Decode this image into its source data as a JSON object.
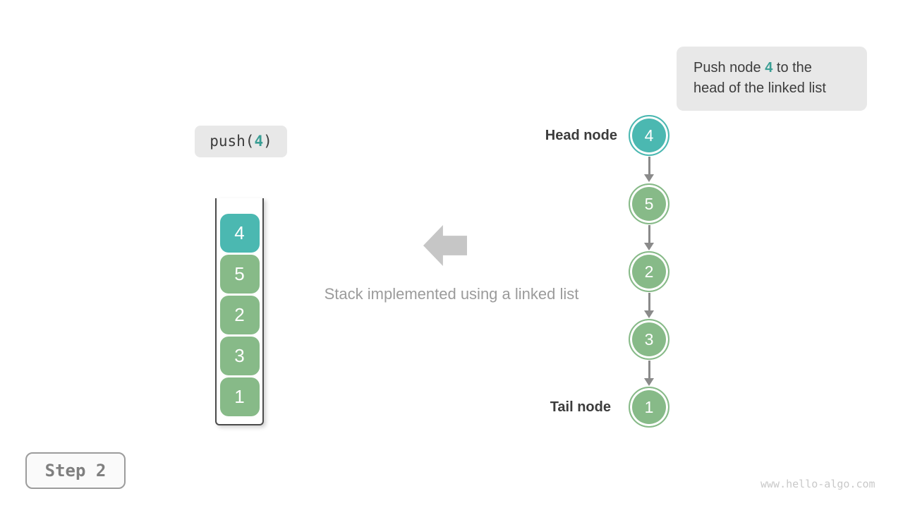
{
  "colors": {
    "teal": "#4bb8b1",
    "teal-text": "#3a9e94",
    "green": "#87ba88",
    "connector-gray": "#8a8a8a",
    "arrow-gray": "#c6c6c6",
    "text-dark": "#3c3c3c",
    "caption-gray": "#9b9b9b",
    "panel-bg": "#e8e8e8",
    "container-border": "#4b4b4b",
    "code-text": "#3c3c3c",
    "step-border": "#9c9c9c",
    "step-text": "#7f7f7f",
    "watermark-gray": "#c9c9c9"
  },
  "tooltip": {
    "line1_before": "Push node ",
    "highlight": "4",
    "line1_after": " to the",
    "line2": "head of the linked list"
  },
  "code_call": {
    "before": "push(",
    "arg": "4",
    "after": ")"
  },
  "stack_panel": {
    "items": [
      {
        "value": "4",
        "type": "teal"
      },
      {
        "value": "5",
        "type": "green"
      },
      {
        "value": "2",
        "type": "green"
      },
      {
        "value": "3",
        "type": "green"
      },
      {
        "value": "1",
        "type": "green"
      }
    ]
  },
  "caption": "Stack implemented using a linked list",
  "linked_list": {
    "head_label": "Head node",
    "tail_label": "Tail node",
    "nodes": [
      {
        "value": "4",
        "type": "teal"
      },
      {
        "value": "5",
        "type": "green"
      },
      {
        "value": "2",
        "type": "green"
      },
      {
        "value": "3",
        "type": "green"
      },
      {
        "value": "1",
        "type": "green"
      }
    ]
  },
  "step_badge": "Step 2",
  "watermark": "www.hello-algo.com"
}
